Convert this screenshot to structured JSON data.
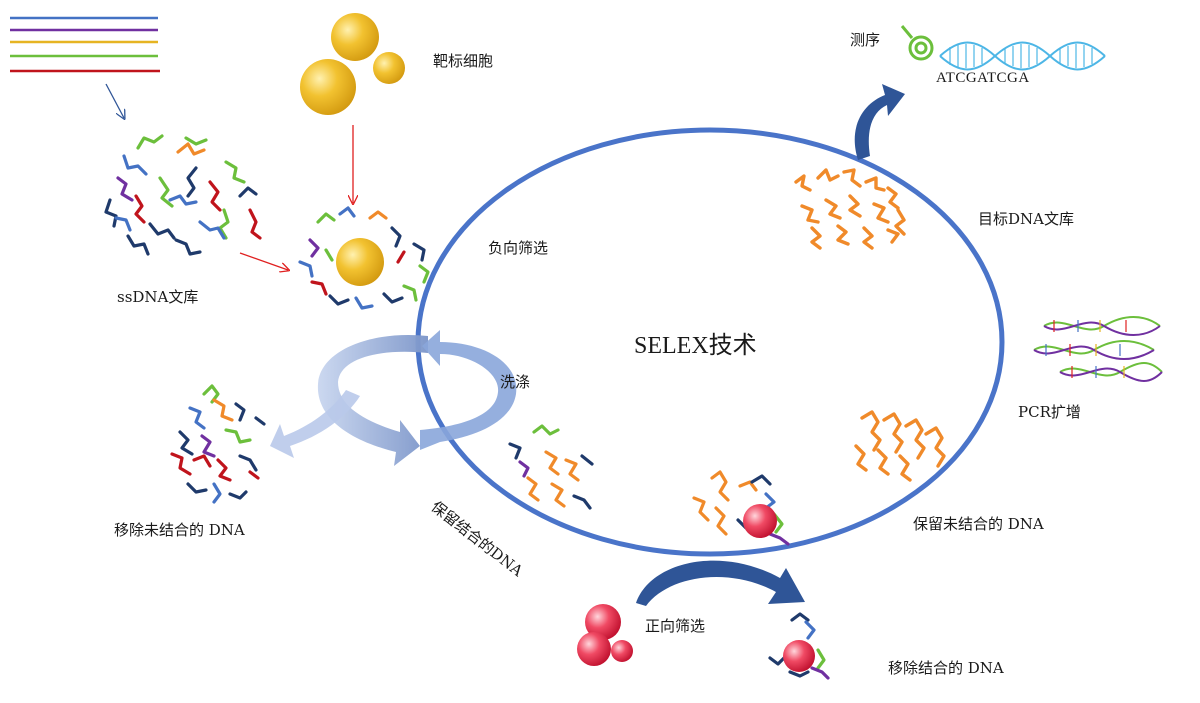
{
  "diagram": {
    "center_title": "SELEX技术",
    "labels": {
      "ssdna_library": "ssDNA文库",
      "target_cells": "靶标细胞",
      "negative_selection": "负向筛选",
      "wash": "洗涤",
      "remove_unbound": "移除未结合的 DNA",
      "keep_bound": "保留结合的DNA",
      "positive_selection": "正向筛选",
      "remove_bound": "移除结合的 DNA",
      "keep_unbound": "保留未结合的 DNA",
      "pcr": "PCR扩增",
      "target_library": "目标DNA文库",
      "sequencing": "测序",
      "sequence": "ATCGATCGA"
    },
    "colors": {
      "cycle_ring": "#4a74c9",
      "arrow_dark": "#2f5597",
      "arrow_red": "#e02020",
      "target_cell": "#e6b422",
      "positive_cell": "#e0334f",
      "ssdna_orange": "#f08a2a",
      "ssdna_blue": "#4472c4",
      "ssdna_navy": "#1f3a6b",
      "ssdna_red": "#c0141c",
      "ssdna_green": "#6cbf3c",
      "ssdna_purple": "#7030a0",
      "helix": "#4db6e6"
    }
  }
}
